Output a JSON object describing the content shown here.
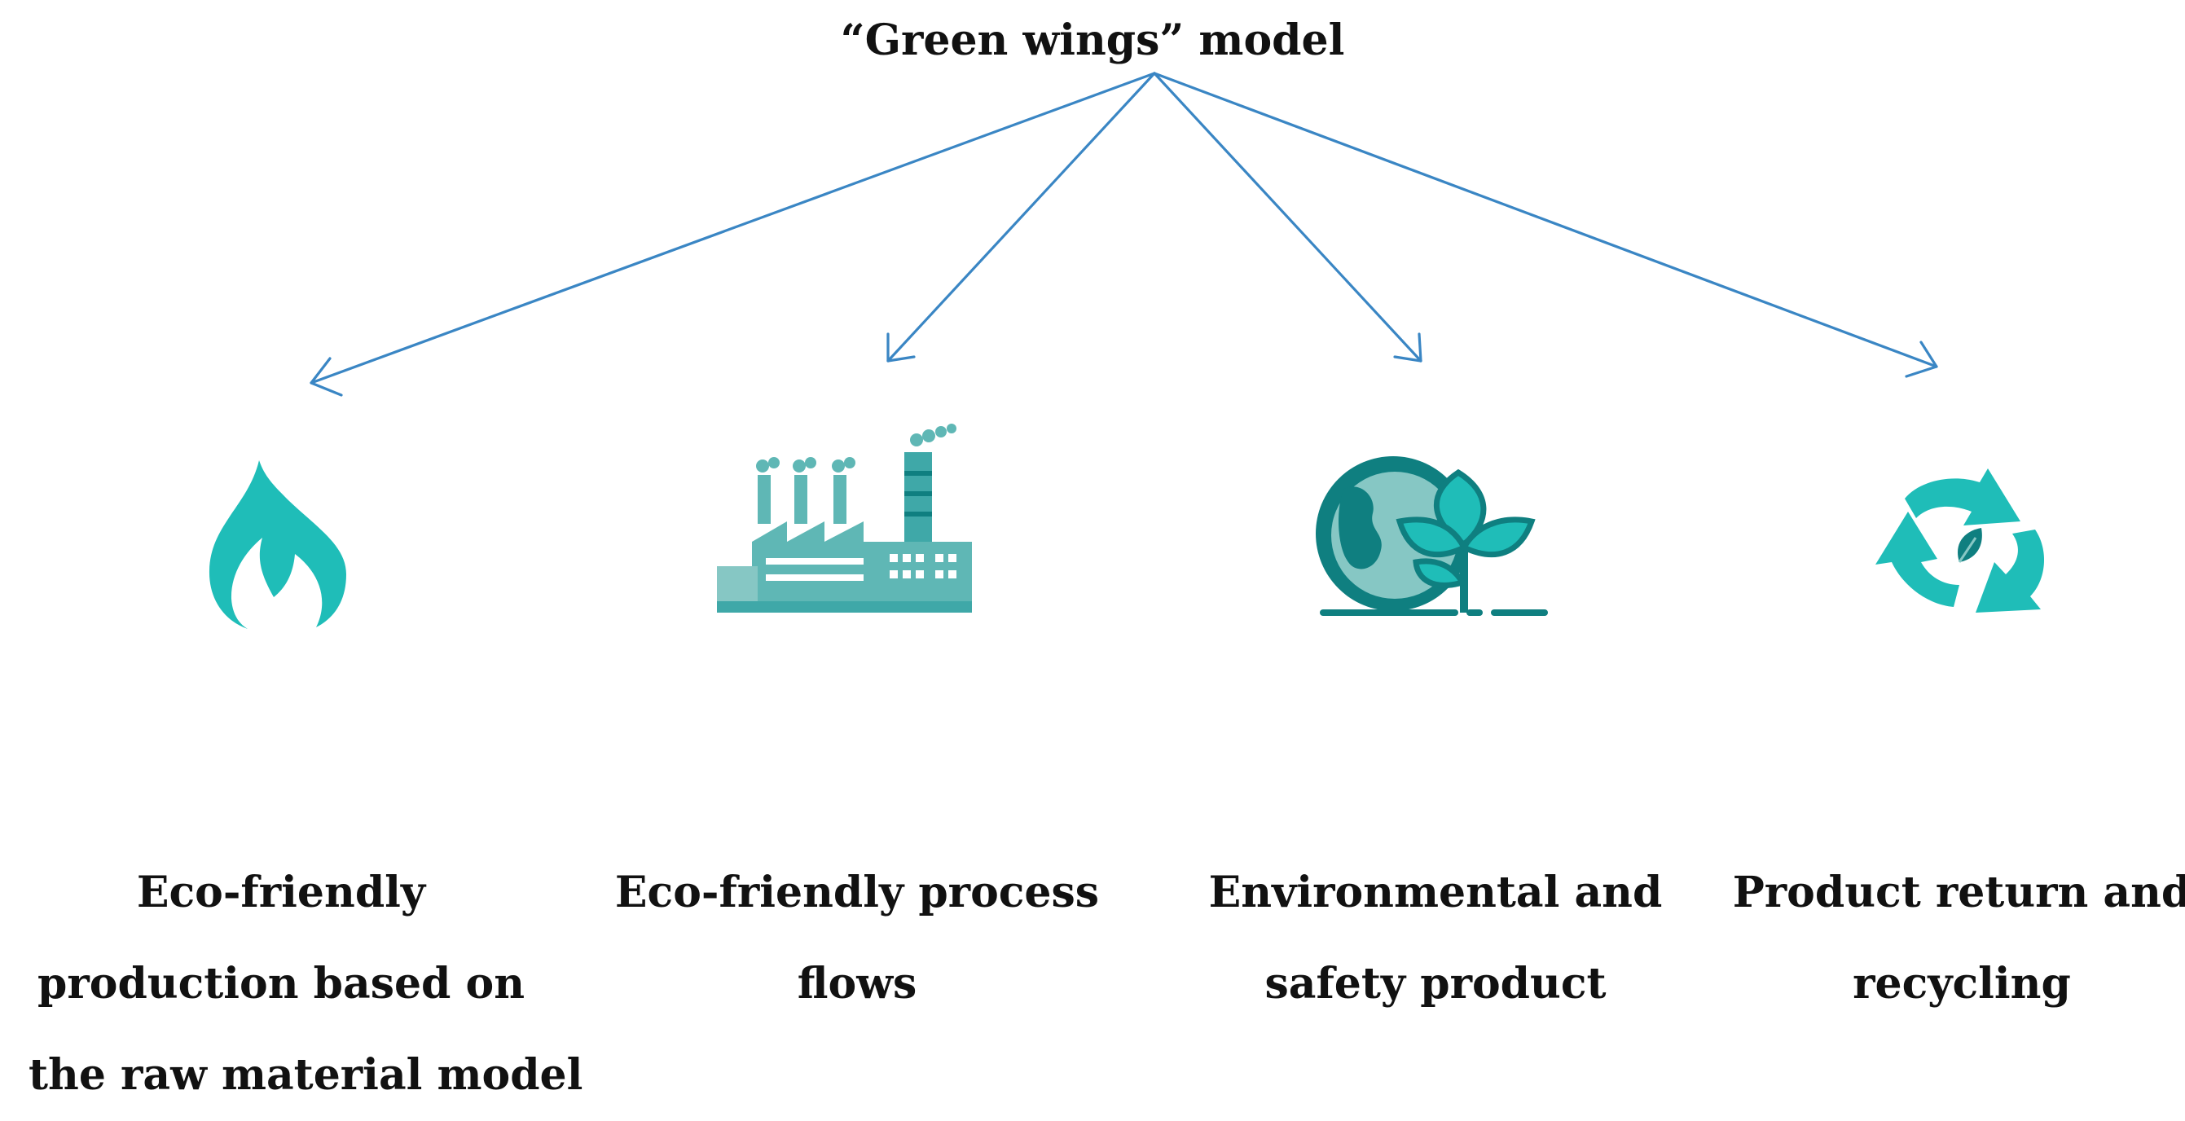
{
  "title": "“Green wings” model",
  "colors": {
    "arrow": "#3a86c4",
    "icon_primary": "#1fbdb8",
    "icon_factory": "#5fb7b5",
    "icon_dark": "#0f7f80",
    "icon_pale": "#86c7c4"
  },
  "branches": [
    {
      "icon": "flame-icon",
      "lines": [
        "Eco-friendly",
        "production based on",
        "the raw material model"
      ]
    },
    {
      "icon": "factory-icon",
      "lines": [
        "Eco-friendly process",
        "flows"
      ]
    },
    {
      "icon": "earth-plant-icon",
      "lines": [
        "Environmental and",
        "safety product"
      ]
    },
    {
      "icon": "recycle-icon",
      "lines": [
        "Product return and",
        "recycling"
      ]
    }
  ]
}
